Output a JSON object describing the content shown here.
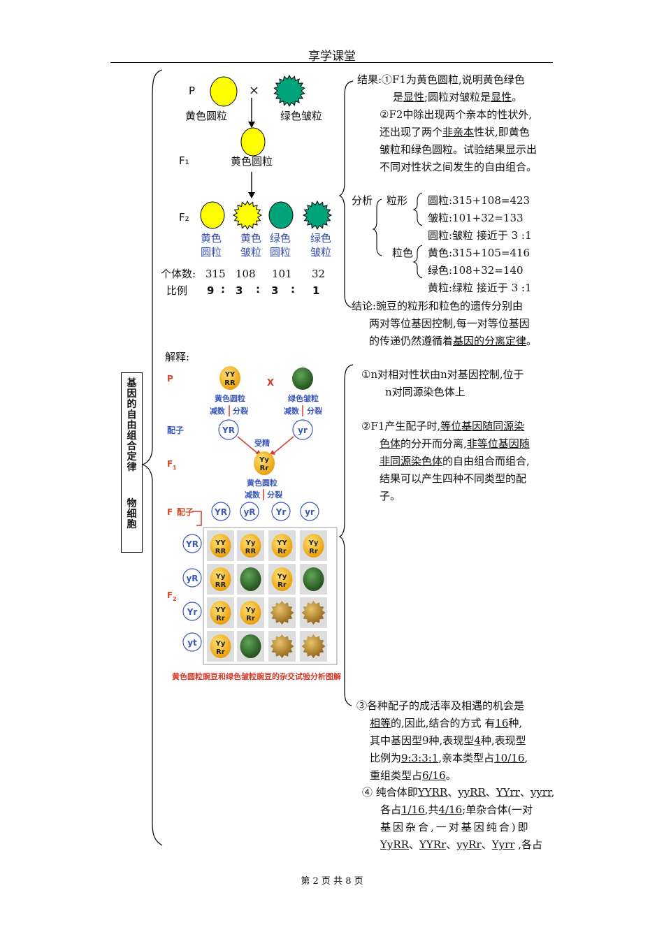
{
  "header": {
    "title": "享学课堂"
  },
  "footer": {
    "page": "第 2 页 共 8 页"
  },
  "topic": {
    "chars": [
      "基",
      "因",
      "的",
      "自",
      "由",
      "组",
      "合",
      "定",
      "律"
    ],
    "sub_chars": [
      "物",
      "细",
      "胞"
    ]
  },
  "diagram": {
    "p_label": "P",
    "cross": "×",
    "p1_label": "黄色圆粒",
    "p2_label": "绿色皱粒",
    "f1_label": "F₁",
    "f1_pheno": "黄色圆粒",
    "f2_label": "F₂",
    "f2": [
      {
        "l1": "黄色",
        "l2": "圆粒",
        "count": "315",
        "ratio": "9"
      },
      {
        "l1": "黄色",
        "l2": "皱粒",
        "count": "108",
        "ratio": "3"
      },
      {
        "l1": "绿色",
        "l2": "圆粒",
        "count": "101",
        "ratio": "3"
      },
      {
        "l1": "绿色",
        "l2": "皱粒",
        "count": "32",
        "ratio": "1"
      }
    ],
    "count_label": "个体数:",
    "ratio_label": "比例",
    "colon": ":"
  },
  "result": {
    "r1a": "结果:①F1为黄色圆粒,说明黄色绿色",
    "r1b_pre": "是",
    "r1b_u1": "显性",
    "r1b_mid": ";圆粒对皱粒是",
    "r1b_u2": "显性",
    "r1b_end": "。",
    "r2a": "②F2中除出现两个亲本的性状外,",
    "r2b_pre": "还出现了两个",
    "r2b_u": "非亲本",
    "r2b_end": "性状,即黄色",
    "r2c": "皱粒和绿色圆粒。试验结果显示出",
    "r2d": "不同对性状之间发生的自由组合。"
  },
  "analysis": {
    "label": "分析",
    "shape_label": "粒形",
    "shape_lines": [
      "圆粒:315+108=423",
      "皱粒:101+32=133",
      "圆粒:皱粒 接近于 3 :1"
    ],
    "color_label": "粒色",
    "color_lines": [
      "黄色:315+105=416",
      "绿色:108+32=140",
      "黄粒:绿粒 接近于 3 :1"
    ]
  },
  "conclusion": {
    "c1": "结论:豌豆的粒形和粒色的遗传分别由",
    "c2": "两对等位基因控制,每一对等位基因",
    "c3_pre": "的传递仍然遵循着",
    "c3_u": "基因的分离定律",
    "c3_end": "。"
  },
  "explain": {
    "label": "解释:",
    "p": "P",
    "cross": "X",
    "p1_geno": [
      "YY",
      "RR"
    ],
    "p1_pheno": "黄色圆粒",
    "p2_pheno": "绿色皱粒",
    "meiosis": "减数",
    "division": "分裂",
    "gamete_label": "配子",
    "p1_gamete": "YR",
    "p2_gamete": "yr",
    "fert": "受精",
    "f1": "F",
    "f1_sub": "1",
    "f1_geno": [
      "Yy",
      "Rr"
    ],
    "f1_pheno": "黄色圆粒",
    "f1_gamete_label": "F",
    "f1_gamete_label_rest": "配子",
    "col_gametes": [
      "YR",
      "yR",
      "Yr",
      "yr"
    ],
    "row_gametes": [
      "YR",
      "yR",
      "Yr",
      "yt"
    ],
    "f2": "F",
    "f2_sub": "2",
    "grid": [
      [
        [
          "YY",
          "RR"
        ],
        [
          "Yy",
          "RR"
        ],
        [
          "YY",
          "Rr"
        ],
        [
          "Yy",
          "Rr"
        ]
      ],
      [
        [
          "Yy",
          "RR"
        ],
        [
          "",
          ""
        ],
        [
          "Yy",
          "Rr"
        ],
        [
          "",
          ""
        ]
      ],
      [
        [
          "YY",
          "Rr"
        ],
        [
          "Yy",
          "Rr"
        ],
        [
          "",
          ""
        ],
        [
          "",
          ""
        ]
      ],
      [
        [
          "Yy",
          "Rr"
        ],
        [
          "",
          ""
        ],
        [
          "",
          ""
        ],
        [
          "",
          ""
        ]
      ]
    ],
    "caption": "黄色圆粒豌豆和绿色皱粒豌豆的杂交试验分析图解",
    "colors": {
      "yellow_seed": "#f2b21c",
      "green_seed": "#2f6b2a",
      "wrinkled": "#b08a2e",
      "red": "#d23a2a",
      "blue": "#3a57b8"
    }
  },
  "points": {
    "p1a": "①n对相对性状由n对基因控制,位于",
    "p1b": "n对同源染色体上",
    "p2a_pre": "②F1产生配子时,",
    "p2a_u": "等位基因随同源染",
    "p2b_u": "色体",
    "p2b_mid": "的分开而分离,",
    "p2b_u2": "非等位基因随",
    "p2c_u": "非同源染色体",
    "p2c_end": "的自由组合而组合,",
    "p2d": "结果可以产生四种不同类型的配",
    "p2e": "子。",
    "p3a": "③各种配子的成活率及相遇的机会是",
    "p3b_u": "相等",
    "p3b_mid": "的,因此,结合的方式 有",
    "p3b_u2": "16",
    "p3b_end": "种,",
    "p3c_pre": "其中基因型9种,表现型",
    "p3c_u": "4",
    "p3c_end": "种,表现型",
    "p3d_pre": "比例为",
    "p3d_u": "9:3:3:1",
    "p3d_mid": ",亲本类型占",
    "p3d_u2": "10/16",
    "p3d_end": ",",
    "p3e_pre": "重组类型占",
    "p3e_u": "6/16",
    "p3e_end": "。",
    "p4a_pre": "④ 纯合体即",
    "p4a_u1": "YYRR",
    "p4a_s1": "、",
    "p4a_u2": "yyRR",
    "p4a_s2": "、",
    "p4a_u3": "YYrr",
    "p4a_s3": "、",
    "p4a_u4": "yyrr",
    "p4a_end": ",",
    "p4b_pre": "各占",
    "p4b_u1": "1/16",
    "p4b_mid": ",共",
    "p4b_u2": "4/16",
    "p4b_end": ";单杂合体(一对",
    "p4c": "基因杂合,一对基因纯合)即",
    "p4d_u1": "YyRR",
    "p4d_s1": "、",
    "p4d_u2": "YYRr",
    "p4d_s2": "、",
    "p4d_u3": "yyRr",
    "p4d_s3": "、",
    "p4d_u4": "Yyrr",
    "p4d_end": " ,各占"
  }
}
